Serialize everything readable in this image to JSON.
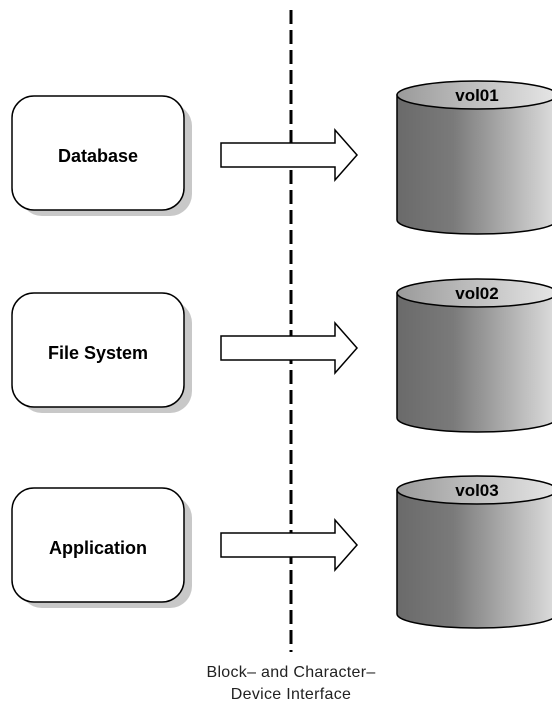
{
  "sources": [
    {
      "label": "Database"
    },
    {
      "label": "File System"
    },
    {
      "label": "Application"
    }
  ],
  "volumes": [
    {
      "label": "vol01"
    },
    {
      "label": "vol02"
    },
    {
      "label": "vol03"
    }
  ],
  "interface": {
    "line1": "Block– and Character–",
    "line2": "Device Interface"
  },
  "colors": {
    "box_fill": "#ffffff",
    "box_shadow": "#c8c8c8",
    "cylinder_dark": "#6e6e6e",
    "cylinder_light": "#d9d9d9",
    "outline": "#000000"
  }
}
